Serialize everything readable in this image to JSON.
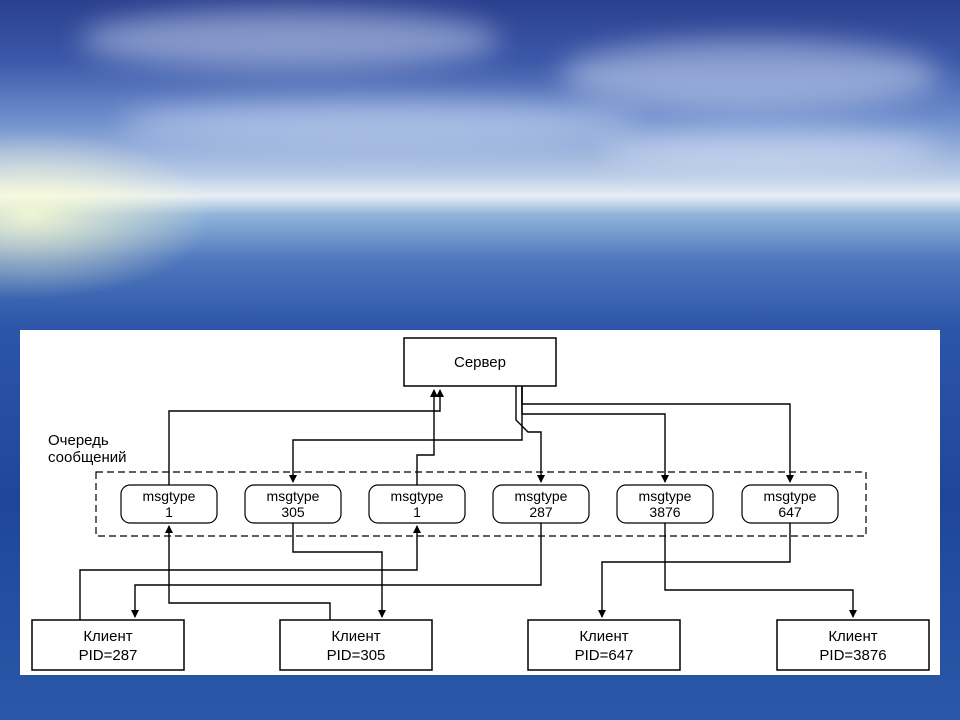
{
  "diagram": {
    "server_label": "Сервер",
    "queue_label_line1": "Очередь",
    "queue_label_line2": "сообщений",
    "messages": [
      {
        "line1": "msgtype",
        "line2": "1"
      },
      {
        "line1": "msgtype",
        "line2": "305"
      },
      {
        "line1": "msgtype",
        "line2": "1"
      },
      {
        "line1": "msgtype",
        "line2": "287"
      },
      {
        "line1": "msgtype",
        "line2": "3876"
      },
      {
        "line1": "msgtype",
        "line2": "647"
      }
    ],
    "clients": [
      {
        "line1": "Клиент",
        "line2": "PID=287"
      },
      {
        "line1": "Клиент",
        "line2": "PID=305"
      },
      {
        "line1": "Клиент",
        "line2": "PID=647"
      },
      {
        "line1": "Клиент",
        "line2": "PID=3876"
      }
    ]
  }
}
